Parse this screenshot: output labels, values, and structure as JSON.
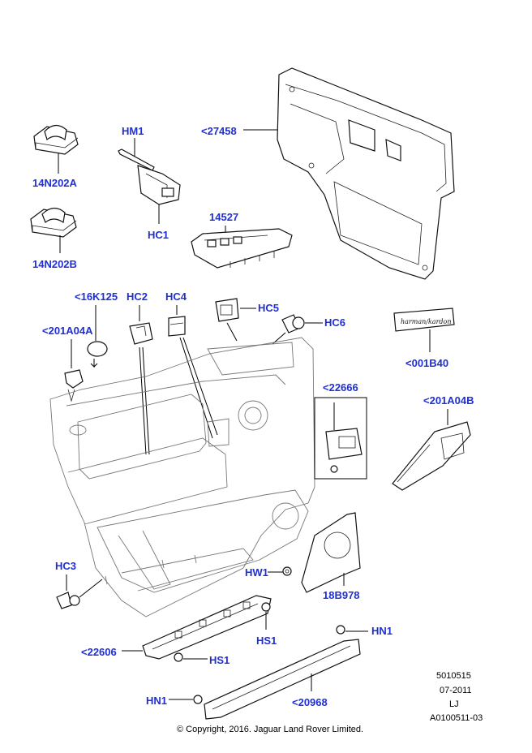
{
  "colors": {
    "label": "#1f2fd6",
    "line": "#111111"
  },
  "callouts": {
    "p14N202A": "14N202A",
    "p14N202B": "14N202B",
    "hm1": "HM1",
    "hc1": "HC1",
    "p27458": "<27458",
    "p14527": "14527",
    "p16K125": "<16K125",
    "hc2": "HC2",
    "hc4": "HC4",
    "hc5": "HC5",
    "hc6": "HC6",
    "p201A04A": "<201A04A",
    "p001B40": "<001B40",
    "p22666": "<22666",
    "p201A04B": "<201A04B",
    "hc3": "HC3",
    "hw1": "HW1",
    "p18B978": "18B978",
    "hs1_upper": "HS1",
    "hn1_right": "HN1",
    "p22606": "<22606",
    "hs1_lower": "HS1",
    "hn1_left": "HN1",
    "p20968": "<20968"
  },
  "badge_text": "harman/kardon",
  "info": {
    "number": "5010515",
    "date": "07-2011",
    "initials": "LJ",
    "ref": "A0100511-03"
  },
  "copyright": "© Copyright, 2016. Jaguar Land Rover Limited."
}
